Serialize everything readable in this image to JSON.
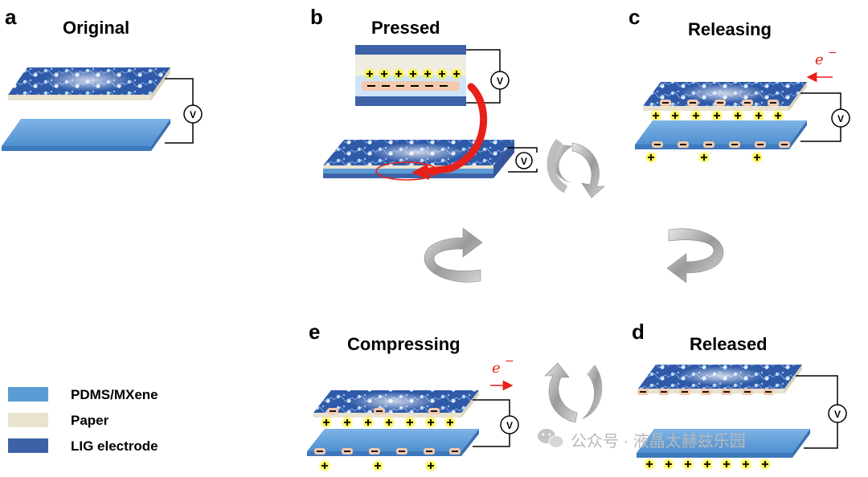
{
  "panels": {
    "a": {
      "letter": "a",
      "title": "Original"
    },
    "b": {
      "letter": "b",
      "title": "Pressed"
    },
    "c": {
      "letter": "c",
      "title": "Releasing"
    },
    "d": {
      "letter": "d",
      "title": "Released"
    },
    "e": {
      "letter": "e",
      "title": "Compressing"
    }
  },
  "voltmeter_symbol": "V",
  "electron_symbol": "e",
  "electron_superscript": "−",
  "legend": [
    {
      "label": "PDMS/MXene",
      "color": "#5b9bd5"
    },
    {
      "label": "Paper",
      "color": "#e9e3cf"
    },
    {
      "label": "LIG electrode",
      "color": "#3e62a8"
    }
  ],
  "watermark": "公众号 · 液晶太赫兹乐园",
  "colors": {
    "pdms": "#5b9bd5",
    "lig": "#3e62a8",
    "paper": "#e9e3cf",
    "positive_glow": "#fff200",
    "negative_pad": "#f2c9ae",
    "electron_arrow": "#e8201a"
  }
}
